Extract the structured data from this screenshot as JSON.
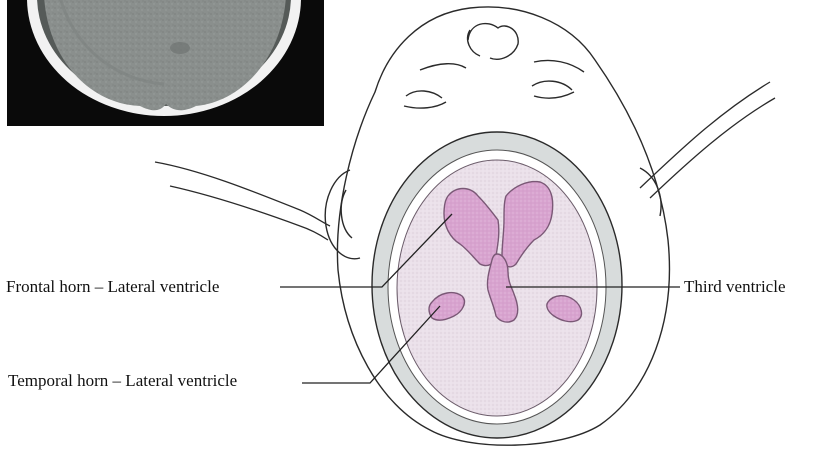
{
  "labels": {
    "frontal_horn": "Frontal horn – Lateral ventricle",
    "temporal_horn": "Temporal horn – Lateral ventricle",
    "third_ventricle": "Third ventricle"
  },
  "colors": {
    "ventricle_fill": "#d9a6d0",
    "ventricle_outline": "#7a5876",
    "brain_fill": "#ece3ec",
    "skull_ring": "#d8dcdc",
    "line": "#222222",
    "ct_background": "#0a0a0a",
    "ct_tissue": "#8a8f8d"
  }
}
